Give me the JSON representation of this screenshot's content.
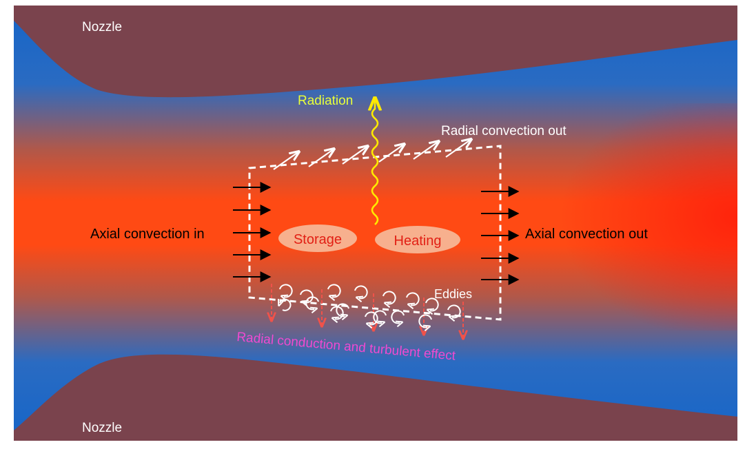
{
  "labels": {
    "nozzle_top": "Nozzle",
    "nozzle_bottom": "Nozzle",
    "radiation": "Radiation",
    "radial_convection_out": "Radial convection out",
    "axial_convection_in": "Axial convection in",
    "axial_convection_out": "Axial convection out",
    "storage": "Storage",
    "heating": "Heating",
    "eddies": "Eddies",
    "radial_conduction": "Radial conduction and turbulent effect"
  },
  "colors": {
    "nozzle": "#7a434d",
    "plasma_edge": "#1565c8",
    "plasma_core": "#ff4a14",
    "plasma_hot": "#ff1a0a",
    "radiation": "#ffea00",
    "radiation_label": "#e9ff3a",
    "conduction_arrow": "#f0524a",
    "conduction_label": "#f04ad0",
    "oval_fill": "#f7b08e",
    "oval_text": "#e21f14",
    "white": "#ffffff",
    "black": "#000000"
  }
}
